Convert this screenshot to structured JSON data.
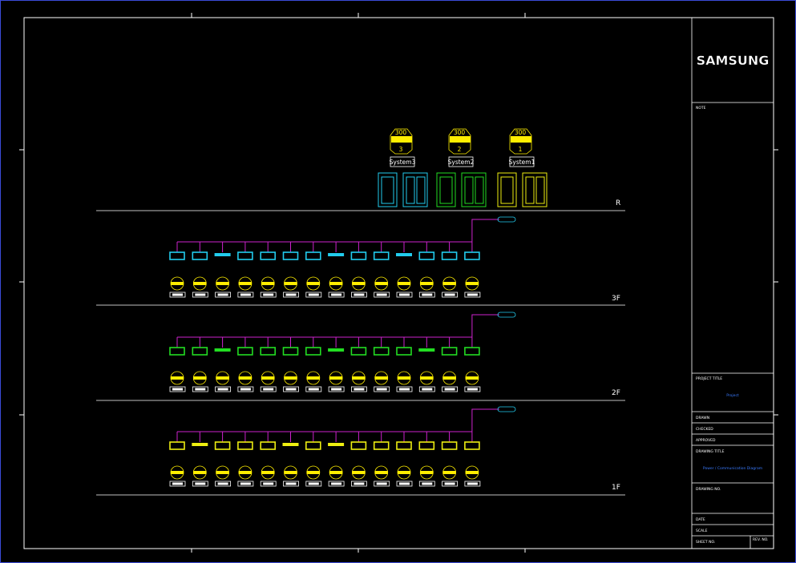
{
  "logo_text": "SAMSUNG",
  "title_block": {
    "note": "NOTE",
    "project_title": "PROJECT TITLE",
    "project_value": "Project",
    "drawn": "DRAWN",
    "checked": "CHECKED",
    "approved": "APPROVED",
    "drawing_title": "DRAWING TITLE",
    "drawing_title_value": "Power / Communication Diagram",
    "drawing_no": "DRAWING NO.",
    "date": "DATE",
    "scale": "SCALE",
    "sheet_no": "SHEET NO.",
    "rev_no": "REV. NO."
  },
  "floors": [
    {
      "label": "R"
    },
    {
      "label": "3F",
      "color": "#22ccee",
      "indoor_units": 14
    },
    {
      "label": "2F",
      "color": "#22dd22",
      "indoor_units": 14
    },
    {
      "label": "1F",
      "color": "#eeee11",
      "indoor_units": 14
    }
  ],
  "systems": [
    {
      "label": "System3",
      "num": "3",
      "code": "300",
      "color": "#22ccee"
    },
    {
      "label": "System2",
      "num": "2",
      "code": "300",
      "color": "#22dd22"
    },
    {
      "label": "System1",
      "num": "1",
      "code": "300",
      "color": "#eeee11"
    }
  ],
  "colors": {
    "frame": "#ffffff",
    "line": "#ffffff",
    "comm": "#cc22cc",
    "border": "#3b4bd8"
  }
}
